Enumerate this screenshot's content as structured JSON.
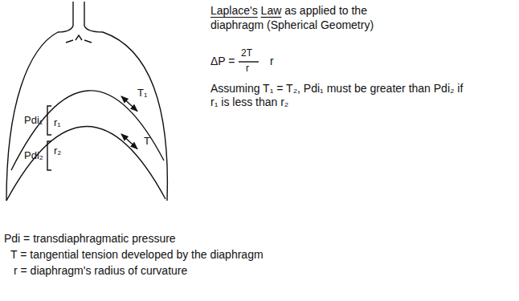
{
  "diagram": {
    "title": "Laplace's Law as applied to the diaphragm (Spherical Geometry)",
    "labels": [
      "Pdi₁",
      "r₁",
      "T₁",
      "Pdi₂",
      "r₂",
      "T",
      "ΔP =",
      "2T",
      "r",
      "r",
      "Assuming T₁ = T₂, Pdi₁ must be greater than Pdi₂ if r₁ is less than r₂",
      "Pdi = transdiaphragmatic pressure",
      "T = tangential tension developed by the diaphragm",
      "r = diaphragm's radius of curvature"
    ]
  }
}
